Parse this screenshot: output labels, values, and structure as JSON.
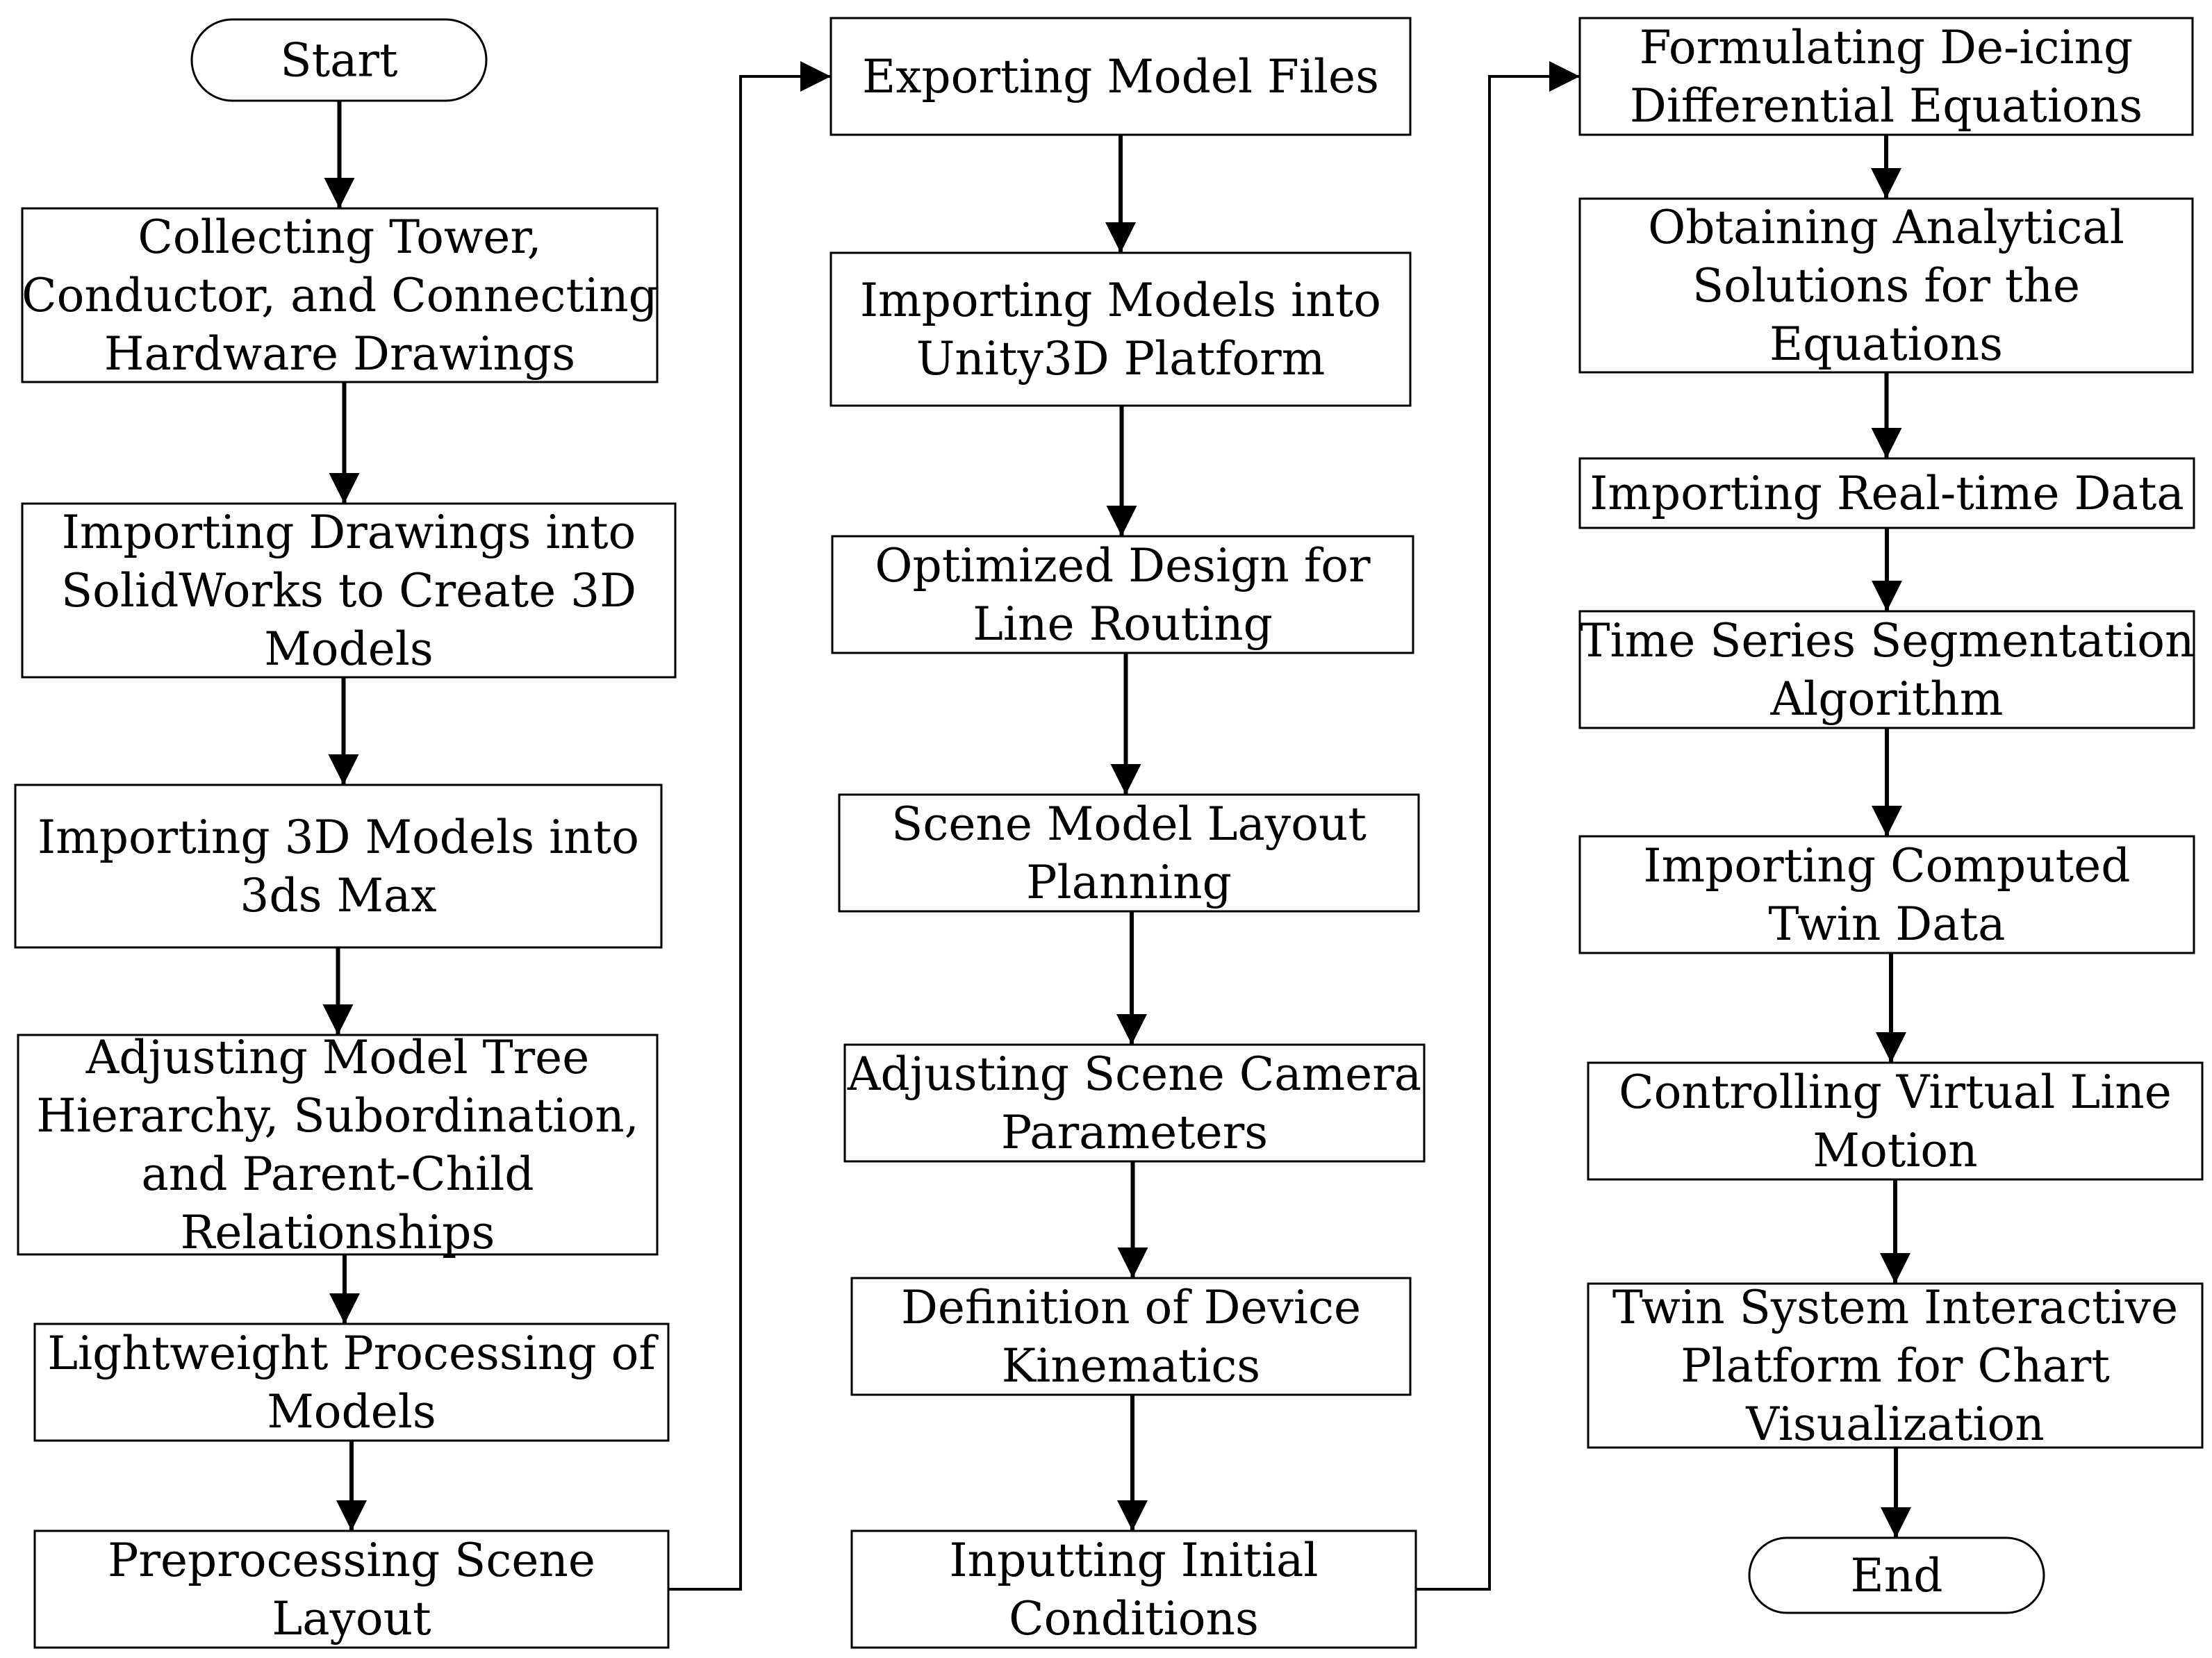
{
  "flowchart": {
    "nodes": [
      {
        "id": "start",
        "kind": "terminal",
        "lines": [
          "Start"
        ]
      },
      {
        "id": "c1n1",
        "kind": "process",
        "lines": [
          "Collecting Tower,",
          "Conductor, and Connecting",
          "Hardware Drawings"
        ]
      },
      {
        "id": "c1n2",
        "kind": "process",
        "lines": [
          "Importing Drawings into",
          "SolidWorks to Create 3D",
          "Models"
        ]
      },
      {
        "id": "c1n3",
        "kind": "process",
        "lines": [
          "Importing 3D Models into",
          "3ds Max"
        ]
      },
      {
        "id": "c1n4",
        "kind": "process",
        "lines": [
          "Adjusting Model Tree",
          "Hierarchy, Subordination,",
          "and Parent-Child",
          "Relationships"
        ]
      },
      {
        "id": "c1n5",
        "kind": "process",
        "lines": [
          "Lightweight Processing of",
          "Models"
        ]
      },
      {
        "id": "c1n6",
        "kind": "process",
        "lines": [
          "Preprocessing Scene",
          "Layout"
        ]
      },
      {
        "id": "c2n1",
        "kind": "process",
        "lines": [
          "Exporting Model Files"
        ]
      },
      {
        "id": "c2n2",
        "kind": "process",
        "lines": [
          "Importing Models into",
          "Unity3D Platform"
        ]
      },
      {
        "id": "c2n3",
        "kind": "process",
        "lines": [
          "Optimized Design for",
          "Line Routing"
        ]
      },
      {
        "id": "c2n4",
        "kind": "process",
        "lines": [
          "Scene Model Layout",
          "Planning"
        ]
      },
      {
        "id": "c2n5",
        "kind": "process",
        "lines": [
          "Adjusting Scene Camera",
          "Parameters"
        ]
      },
      {
        "id": "c2n6",
        "kind": "process",
        "lines": [
          "Definition of Device",
          "Kinematics"
        ]
      },
      {
        "id": "c2n7",
        "kind": "process",
        "lines": [
          "Inputting Initial",
          "Conditions"
        ]
      },
      {
        "id": "c3n1",
        "kind": "process",
        "lines": [
          "Formulating De-icing",
          "Differential Equations"
        ]
      },
      {
        "id": "c3n2",
        "kind": "process",
        "lines": [
          "Obtaining Analytical",
          "Solutions for the",
          "Equations"
        ]
      },
      {
        "id": "c3n3",
        "kind": "process",
        "lines": [
          "Importing Real-time Data"
        ]
      },
      {
        "id": "c3n4",
        "kind": "process",
        "lines": [
          "Time Series Segmentation",
          "Algorithm"
        ]
      },
      {
        "id": "c3n5",
        "kind": "process",
        "lines": [
          "Importing Computed",
          "Twin Data"
        ]
      },
      {
        "id": "c3n6",
        "kind": "process",
        "lines": [
          "Controlling Virtual Line",
          "Motion"
        ]
      },
      {
        "id": "c3n7",
        "kind": "process",
        "lines": [
          "Twin System Interactive",
          "Platform for Chart",
          "Visualization"
        ]
      },
      {
        "id": "end",
        "kind": "terminal",
        "lines": [
          "End"
        ]
      }
    ],
    "edges": [
      {
        "from": "start",
        "to": "c1n1"
      },
      {
        "from": "c1n1",
        "to": "c1n2"
      },
      {
        "from": "c1n2",
        "to": "c1n3"
      },
      {
        "from": "c1n3",
        "to": "c1n4"
      },
      {
        "from": "c1n4",
        "to": "c1n5"
      },
      {
        "from": "c1n5",
        "to": "c1n6"
      },
      {
        "from": "c1n6",
        "to": "c2n1"
      },
      {
        "from": "c2n1",
        "to": "c2n2"
      },
      {
        "from": "c2n2",
        "to": "c2n3"
      },
      {
        "from": "c2n3",
        "to": "c2n4"
      },
      {
        "from": "c2n4",
        "to": "c2n5"
      },
      {
        "from": "c2n5",
        "to": "c2n6"
      },
      {
        "from": "c2n6",
        "to": "c2n7"
      },
      {
        "from": "c2n7",
        "to": "c3n1"
      },
      {
        "from": "c3n1",
        "to": "c3n2"
      },
      {
        "from": "c3n2",
        "to": "c3n3"
      },
      {
        "from": "c3n3",
        "to": "c3n4"
      },
      {
        "from": "c3n4",
        "to": "c3n5"
      },
      {
        "from": "c3n5",
        "to": "c3n6"
      },
      {
        "from": "c3n6",
        "to": "c3n7"
      },
      {
        "from": "c3n7",
        "to": "end"
      }
    ],
    "colors": {
      "stroke": "#000000",
      "fill": "#ffffff",
      "text": "#000000"
    }
  }
}
